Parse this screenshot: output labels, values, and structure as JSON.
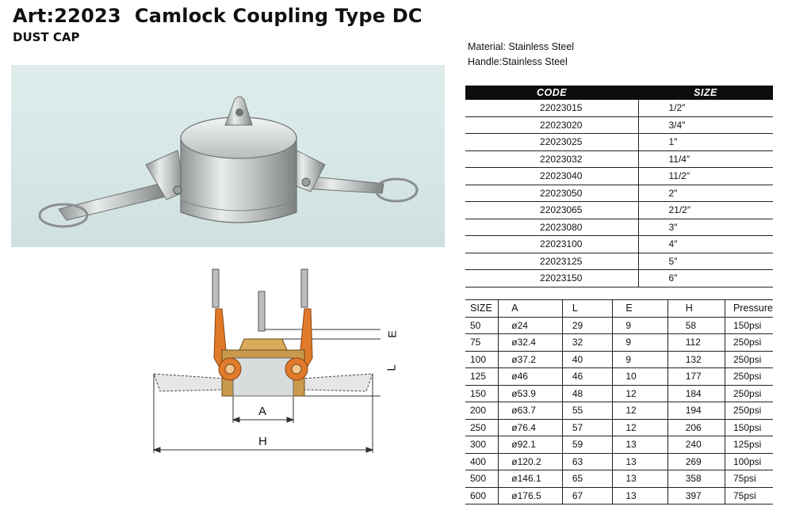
{
  "header": {
    "title": "Art:22023  Camlock Coupling Type DC",
    "subtitle": "DUST CAP"
  },
  "material": {
    "line1": "Material: Stainless Steel",
    "line2": "Handle:Stainless Steel"
  },
  "code_table": {
    "headers": [
      "CODE",
      "SIZE"
    ],
    "rows": [
      {
        "code": "22023015",
        "size": "1/2″"
      },
      {
        "code": "22023020",
        "size": "3/4″"
      },
      {
        "code": "22023025",
        "size": "1″"
      },
      {
        "code": "22023032",
        "size": "11/4″"
      },
      {
        "code": "22023040",
        "size": "11/2″"
      },
      {
        "code": "22023050",
        "size": "2″"
      },
      {
        "code": "22023065",
        "size": "21/2″"
      },
      {
        "code": "22023080",
        "size": "3″"
      },
      {
        "code": "22023100",
        "size": "4″"
      },
      {
        "code": "22023125",
        "size": "5″"
      },
      {
        "code": "22023150",
        "size": "6″"
      }
    ]
  },
  "dim_table": {
    "headers": [
      "SIZE",
      "A",
      "L",
      "E",
      "H",
      "Pressure"
    ],
    "rows": [
      [
        "50",
        "ø24",
        "29",
        "9",
        "58",
        "150psi"
      ],
      [
        "75",
        "ø32.4",
        "32",
        "9",
        "112",
        "250psi"
      ],
      [
        "100",
        "ø37.2",
        "40",
        "9",
        "132",
        "250psi"
      ],
      [
        "125",
        "ø46",
        "46",
        "10",
        "177",
        "250psi"
      ],
      [
        "150",
        "ø53.9",
        "48",
        "12",
        "184",
        "250psi"
      ],
      [
        "200",
        "ø63.7",
        "55",
        "12",
        "194",
        "250psi"
      ],
      [
        "250",
        "ø76.4",
        "57",
        "12",
        "206",
        "150psi"
      ],
      [
        "300",
        "ø92.1",
        "59",
        "13",
        "240",
        "125psi"
      ],
      [
        "400",
        "ø120.2",
        "63",
        "13",
        "269",
        "100psi"
      ],
      [
        "500",
        "ø146.1",
        "65",
        "13",
        "358",
        "75psi"
      ],
      [
        "600",
        "ø176.5",
        "67",
        "13",
        "397",
        "75psi"
      ]
    ]
  },
  "drawing": {
    "label_a": "A",
    "label_h": "H",
    "label_l": "L",
    "label_e": "E"
  },
  "colors": {
    "header_bg": "#0d0d0d",
    "handle_orange": "#e07a2a",
    "body_brass": "#c99a4e",
    "photo_bg": "#d9e8e8"
  }
}
